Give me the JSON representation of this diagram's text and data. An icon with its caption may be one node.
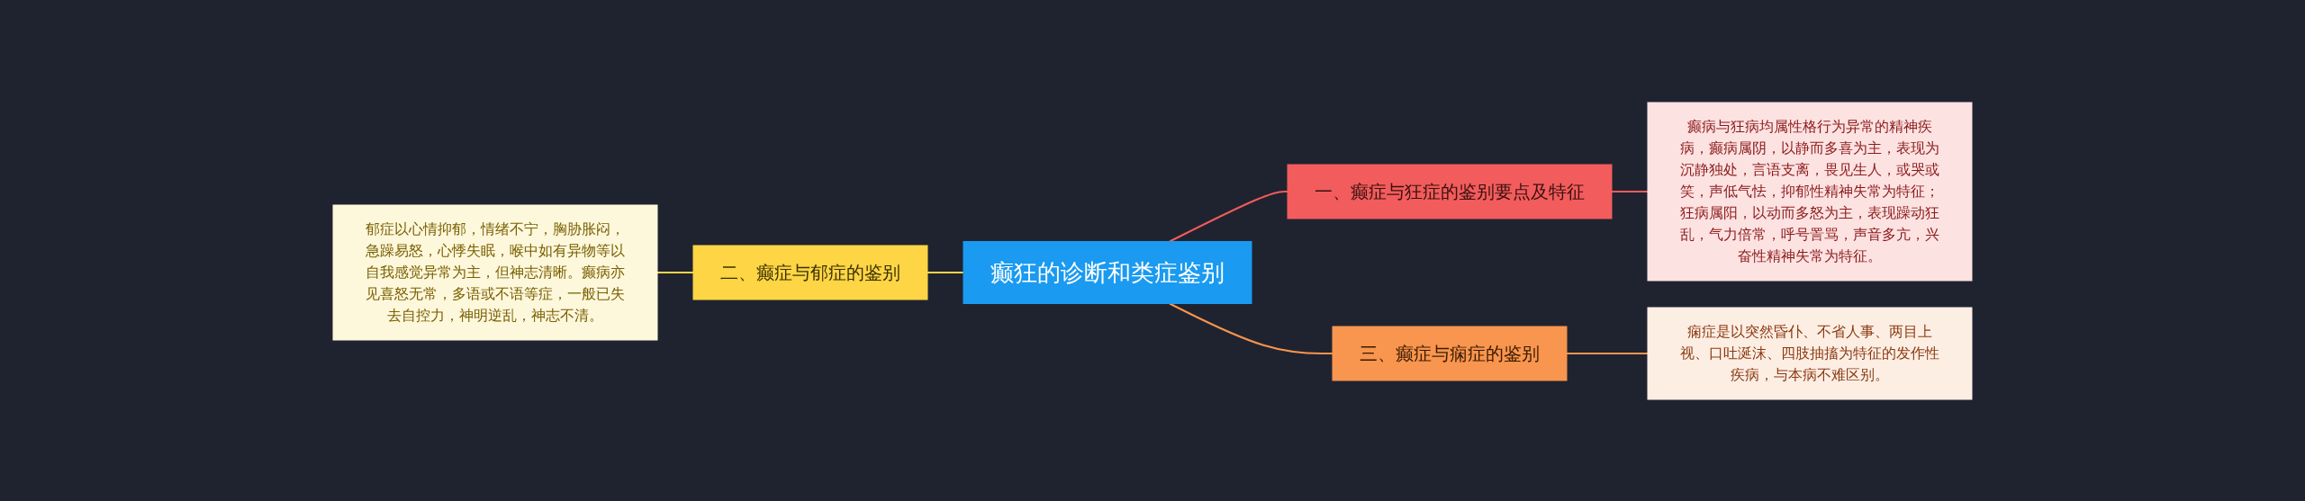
{
  "diagram": {
    "nodes": [
      {
        "text": [
          "癫狂的诊断和类症鉴别"
        ]
      },
      {
        "text": [
          "一、癫症与狂症的鉴别要点及特征"
        ]
      },
      {
        "text": [
          "癫病与狂病均属性格行为异常的精神疾病，癫病属阴，以静而多喜为主，表现为沉静独处，言语支离，畏见生人，或哭或笑，声低气怯，抑郁性精神失常为特征；狂病属阳，以动而多怒为主，表现躁动狂乱，气力倍常，呼号詈骂，声音多亢，兴奋性精神失常为特征。"
        ]
      },
      {
        "text": [
          "二、癫症与郁症的鉴别"
        ]
      },
      {
        "text": [
          "郁症以心情抑郁，情绪不宁，胸胁胀闷，急躁易怒，心悸失眠，喉中如有异物等以自我感觉异常为主，但神志清晰。癫病亦见喜怒无常，多语或不语等症，一般已失去自控力，神明逆乱，神志不清。"
        ]
      },
      {
        "text": [
          "三、癫症与痫症的鉴别"
        ]
      },
      {
        "text": [
          "痫症是以突然昏仆、不省人事、两目上视、口吐涎沫、四肢抽搐为特征的发作性疾病，与本病不难区别。"
        ]
      }
    ],
    "edges": [
      {
        "from": 0,
        "to": 1,
        "arrow": "none",
        "color": "#f25c5c"
      },
      {
        "from": 1,
        "to": 2,
        "arrow": "none",
        "color": "#f25c5c"
      },
      {
        "from": 0,
        "to": 3,
        "arrow": "none",
        "color": "#fdd545"
      },
      {
        "from": 3,
        "to": 4,
        "arrow": "none",
        "color": "#fdd545"
      },
      {
        "from": 0,
        "to": 5,
        "arrow": "none",
        "color": "#f8954e"
      },
      {
        "from": 5,
        "to": 6,
        "arrow": "none",
        "color": "#f8954e"
      }
    ]
  }
}
